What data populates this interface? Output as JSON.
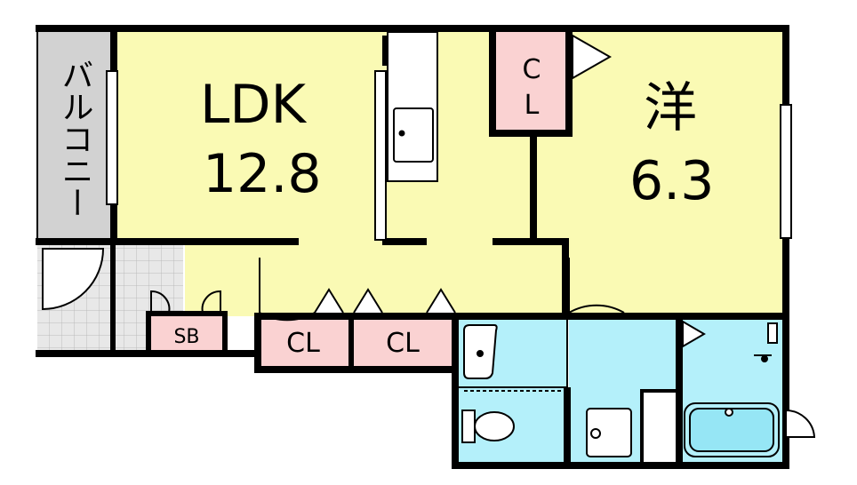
{
  "rooms": {
    "ldk": {
      "name": "LDK",
      "size": "12.8"
    },
    "western": {
      "name": "洋",
      "size": "6.3"
    },
    "balcony": {
      "name": "バルコニー"
    }
  },
  "storage": {
    "closet_western": {
      "line1": "C",
      "line2": "L"
    },
    "shoe_box": "SB",
    "closet_left": "CL",
    "closet_right": "CL"
  },
  "colors": {
    "room_fill": "#fafab4",
    "closet_fill": "#fad2d2",
    "wet_fill": "#b4f0fa",
    "balcony_fill": "#d2d2d2",
    "entry_fill": "#e6e6e6",
    "wall": "#000000"
  }
}
